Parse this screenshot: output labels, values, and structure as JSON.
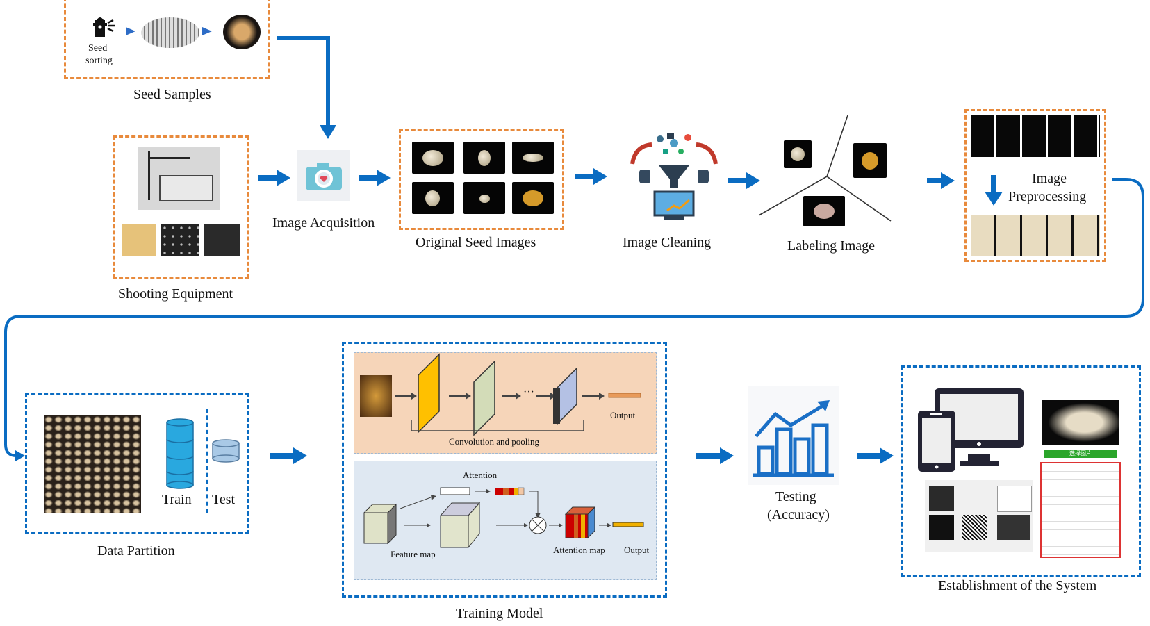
{
  "title": "Seed image recognition pipeline",
  "stages": {
    "seed_samples": {
      "label": "Seed Samples",
      "sorting_label_1": "Seed",
      "sorting_label_2": "sorting"
    },
    "shooting_equipment": {
      "label": "Shooting Equipment"
    },
    "image_acquisition": {
      "label": "Image Acquisition"
    },
    "original_seed_images": {
      "label": "Original Seed Images"
    },
    "image_cleaning": {
      "label": "Image Cleaning"
    },
    "labeling_image": {
      "label": "Labeling Image"
    },
    "image_preprocessing": {
      "label_1": "Image",
      "label_2": "Preprocessing"
    },
    "data_partition": {
      "label": "Data Partition",
      "train_label": "Train",
      "test_label": "Test"
    },
    "training_model": {
      "label": "Training Model",
      "cnn": {
        "output_label": "Output",
        "bracket_label": "Convolution and pooling",
        "ellipsis": "···"
      },
      "attention": {
        "attention_label": "Attention",
        "feature_map_label": "Feature map",
        "attention_map_label": "Attention map",
        "output_label": "Output"
      }
    },
    "testing": {
      "label_1": "Testing",
      "label_2": "(Accuracy)"
    },
    "system": {
      "label": "Establishment of the System",
      "button_label": "选择图片"
    }
  },
  "colors": {
    "orange_dash": "#e88a3c",
    "blue": "#0a6cc2",
    "cnn_bg": "#f6d5b9",
    "att_bg": "#dfe8f2"
  }
}
